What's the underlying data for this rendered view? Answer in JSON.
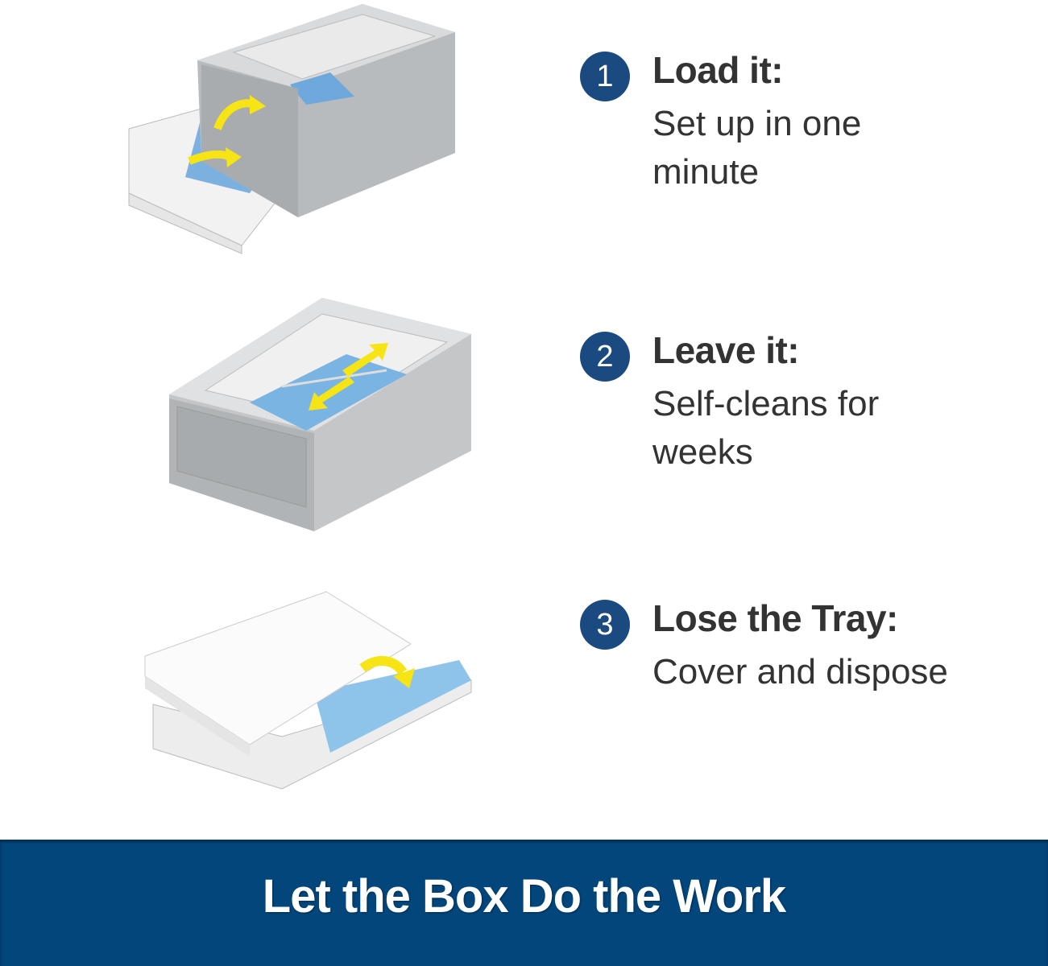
{
  "steps": [
    {
      "number": "1",
      "title": "Load it:",
      "description": "Set up in one minute",
      "illustration": "litter-box-loading-tray-icon"
    },
    {
      "number": "2",
      "title": "Leave it:",
      "description": "Self-cleans for weeks",
      "illustration": "litter-box-raking-icon"
    },
    {
      "number": "3",
      "title": "Lose the Tray:",
      "description": "Cover and dispose",
      "illustration": "disposable-tray-cover-icon"
    }
  ],
  "banner": {
    "text": "Let the Box Do the Work"
  },
  "colors": {
    "badge": "#1b4a80",
    "banner": "#03467c",
    "text": "#333333",
    "arrow": "#f7e414",
    "litter": "#6fb1e0",
    "device": "#c9cbcc"
  }
}
